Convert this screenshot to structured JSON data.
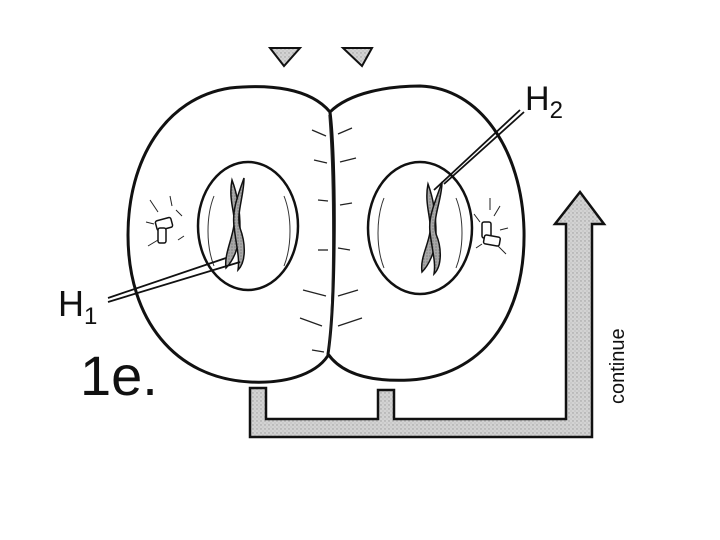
{
  "diagram": {
    "step_label": "1e.",
    "h1_label": "H",
    "h1_sub": "1",
    "h2_label": "H",
    "h2_sub": "2",
    "arrow_label": "continue"
  },
  "colors": {
    "ink": "#111111",
    "arrow_fill": "#c9c9c9",
    "chromatid_fill": "#9a9a9a",
    "background": "#ffffff"
  }
}
